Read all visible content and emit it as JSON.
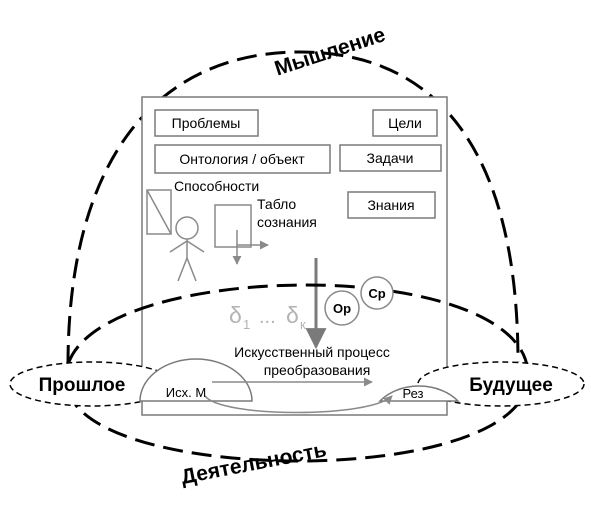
{
  "labels": {
    "thinking": "Мышление",
    "activity": "Деятельность",
    "past": "Прошлое",
    "future": "Будущее",
    "problems": "Проблемы",
    "goals": "Цели",
    "ontology": "Онтология / объект",
    "tasks": "Задачи",
    "abilities": "Способности",
    "board_line1": "Табло",
    "board_line2": "сознания",
    "knowledge": "Знания",
    "op": "Ор",
    "sr": "Ср",
    "delta1": "δ",
    "delta1_sub": "1",
    "ellipsis": "...",
    "delta2": "δ",
    "delta2_sub": "к",
    "process_line1": "Искусственный процесс",
    "process_line2": "преобразования",
    "source": "Исх. М",
    "result": "Рез"
  },
  "colors": {
    "line": "#000000",
    "box_border": "#666666",
    "gray_text": "#b3b3b3",
    "arrow": "#808080"
  }
}
